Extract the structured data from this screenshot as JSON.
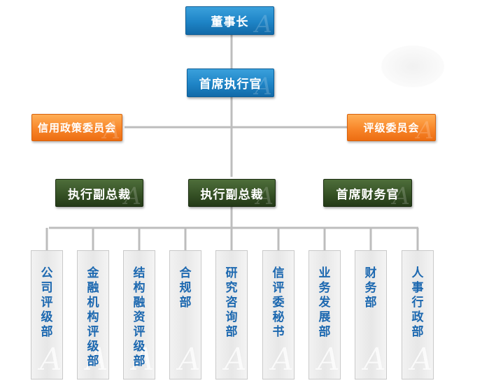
{
  "chairman": "董事长",
  "ceo": "首席执行官",
  "committees": {
    "credit_policy": "信用政策委员会",
    "rating": "评级委员会"
  },
  "executives": [
    "执行副总裁",
    "执行副总裁",
    "首席财务官"
  ],
  "departments": [
    "公司评级部",
    "金融机构评级部",
    "结构融资评级部",
    "合规部",
    "研究咨询部",
    "信评委秘书",
    "业务发展部",
    "财务部",
    "人事行政部"
  ],
  "watermark": "A",
  "colors": {
    "blue": "#1e84c6",
    "orange": "#f8862a",
    "green": "#344f24",
    "dept_text": "#1c68b0",
    "line": "#bdbdbd"
  }
}
